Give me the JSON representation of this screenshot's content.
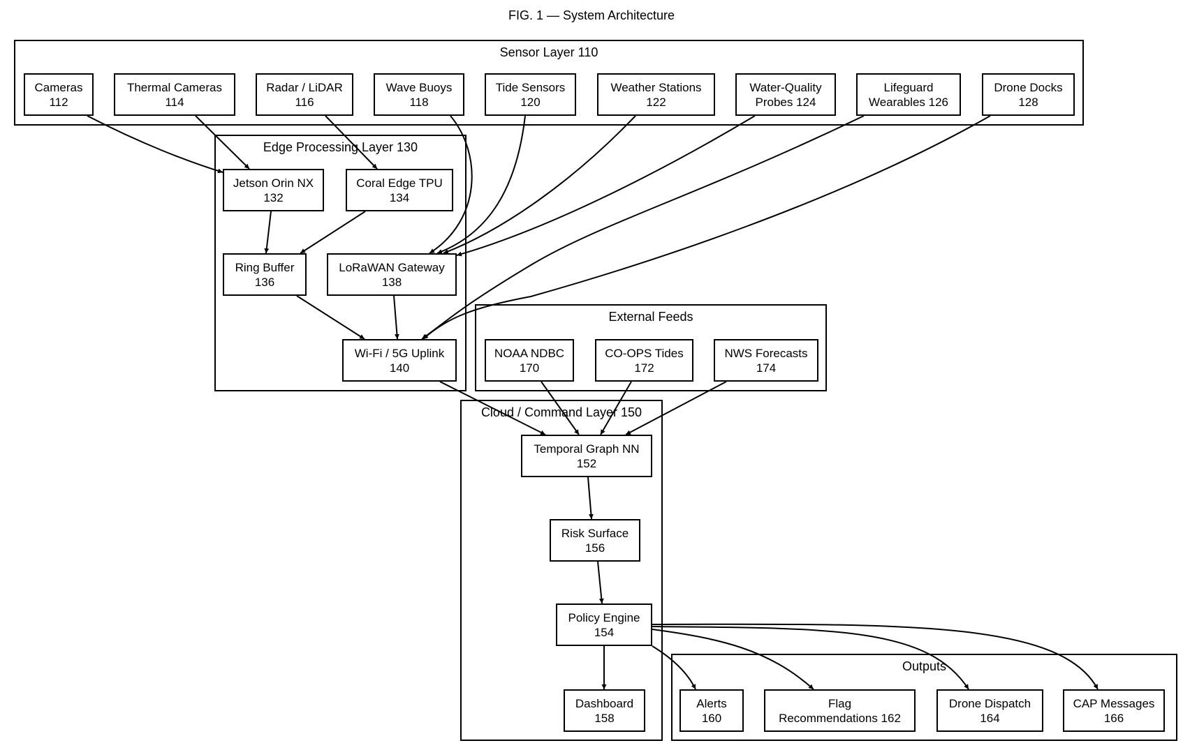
{
  "figure": {
    "title": "FIG. 1 — System Architecture"
  },
  "clusters": {
    "sensor": "Sensor Layer 110",
    "edge": "Edge Processing Layer 130",
    "external": "External Feeds",
    "cloud": "Cloud / Command Layer 150",
    "outputs": "Outputs"
  },
  "nodes": {
    "n112": [
      "Cameras",
      "112"
    ],
    "n114": [
      "Thermal Cameras",
      "114"
    ],
    "n116": [
      "Radar / LiDAR",
      "116"
    ],
    "n118": [
      "Wave Buoys",
      "118"
    ],
    "n120": [
      "Tide Sensors",
      "120"
    ],
    "n122": [
      "Weather Stations",
      "122"
    ],
    "n124": [
      "Water-Quality",
      "Probes 124"
    ],
    "n126": [
      "Lifeguard",
      "Wearables 126"
    ],
    "n128": [
      "Drone Docks",
      "128"
    ],
    "n132": [
      "Jetson Orin NX",
      "132"
    ],
    "n134": [
      "Coral Edge TPU",
      "134"
    ],
    "n136": [
      "Ring Buffer",
      "136"
    ],
    "n138": [
      "LoRaWAN Gateway",
      "138"
    ],
    "n140": [
      "Wi-Fi / 5G Uplink",
      "140"
    ],
    "n170": [
      "NOAA NDBC",
      "170"
    ],
    "n172": [
      "CO-OPS Tides",
      "172"
    ],
    "n174": [
      "NWS Forecasts",
      "174"
    ],
    "n152": [
      "Temporal Graph NN",
      "152"
    ],
    "n156": [
      "Risk Surface",
      "156"
    ],
    "n154": [
      "Policy Engine",
      "154"
    ],
    "n158": [
      "Dashboard",
      "158"
    ],
    "n160": [
      "Alerts",
      "160"
    ],
    "n162": [
      "Flag",
      "Recommendations 162"
    ],
    "n164": [
      "Drone Dispatch",
      "164"
    ],
    "n166": [
      "CAP Messages",
      "166"
    ]
  }
}
